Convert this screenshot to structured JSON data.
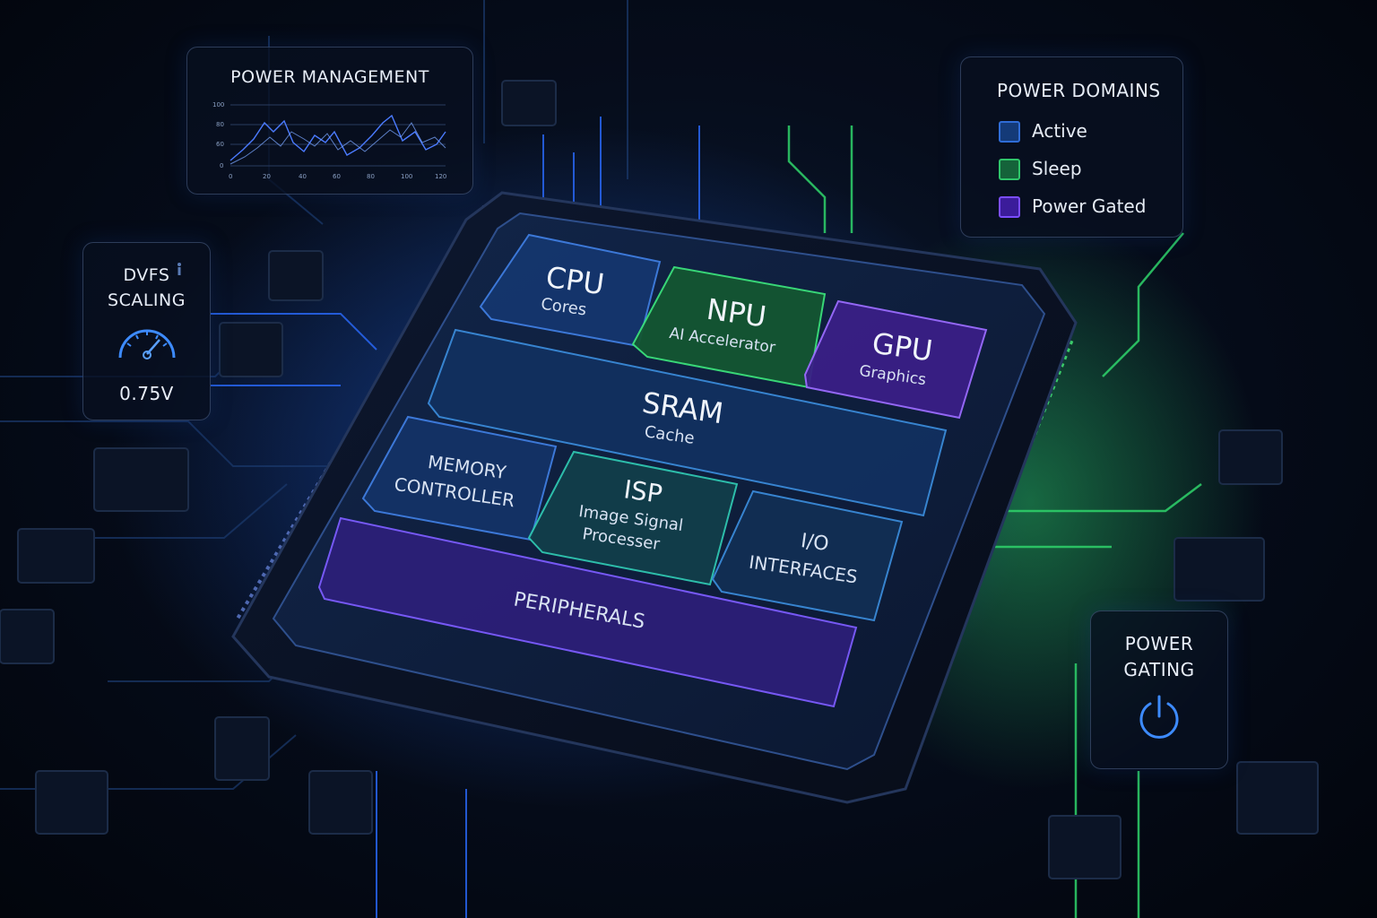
{
  "power_management": {
    "title": "POWER MANAGEMENT",
    "y_ticks": [
      "100",
      "80",
      "60",
      "0"
    ],
    "x_ticks": [
      "0",
      "20",
      "40",
      "60",
      "80",
      "100",
      "120"
    ]
  },
  "dvfs": {
    "title_line1": "DVFS",
    "title_line2": "SCALING",
    "value": "0.75V"
  },
  "power_domains": {
    "title": "POWER DOMAINS",
    "items": [
      {
        "label": "Active",
        "color": "#1b4f9a"
      },
      {
        "label": "Sleep",
        "color": "#1f8a4c"
      },
      {
        "label": "Power Gated",
        "color": "#5a2bd0"
      }
    ]
  },
  "power_gating": {
    "title_line1": "POWER",
    "title_line2": "GATING",
    "icon": "power-icon"
  },
  "chip": {
    "cpu": {
      "title": "CPU",
      "subtitle": "Cores"
    },
    "npu": {
      "title": "NPU",
      "subtitle": "AI Accelerator"
    },
    "gpu": {
      "title": "GPU",
      "subtitle": "Graphics"
    },
    "sram": {
      "title": "SRAM",
      "subtitle": "Cache"
    },
    "memory": {
      "title_line1": "MEMORY",
      "title_line2": "CONTROLLER"
    },
    "isp": {
      "title": "ISP",
      "subtitle_line1": "Image Signal",
      "subtitle_line2": "Processer"
    },
    "io": {
      "title_line1": "I/O",
      "title_line2": "INTERFACES"
    },
    "peripherals": {
      "title": "PERIPHERALS"
    }
  }
}
